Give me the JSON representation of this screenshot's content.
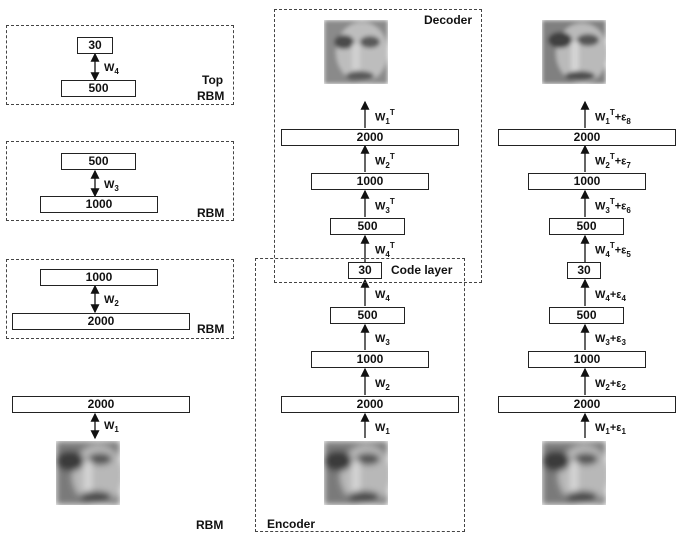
{
  "rbm_stack": {
    "top_rbm": {
      "label_top": "Top",
      "label_rbm": "RBM",
      "upper": "30",
      "lower": "500",
      "weight": "W",
      "weight_sub": "4"
    },
    "rbm3": {
      "label": "RBM",
      "upper": "500",
      "lower": "1000",
      "weight": "W",
      "weight_sub": "3"
    },
    "rbm2": {
      "label": "RBM",
      "upper": "1000",
      "lower": "2000",
      "weight": "W",
      "weight_sub": "2"
    },
    "rbm1": {
      "label": "RBM",
      "upper": "2000",
      "weight": "W",
      "weight_sub": "1"
    }
  },
  "autoencoder": {
    "decoder_label": "Decoder",
    "encoder_label": "Encoder",
    "code_layer_label": "Code layer",
    "layers": {
      "dec_2000": "2000",
      "dec_1000": "1000",
      "dec_500": "500",
      "code": "30",
      "enc_500": "500",
      "enc_1000": "1000",
      "enc_2000": "2000"
    },
    "weights": {
      "w1t": "W",
      "w1t_sub": "1",
      "w1t_sup": "T",
      "w2t": "W",
      "w2t_sub": "2",
      "w2t_sup": "T",
      "w3t": "W",
      "w3t_sub": "3",
      "w3t_sup": "T",
      "w4t": "W",
      "w4t_sub": "4",
      "w4t_sup": "T",
      "w4": "W",
      "w4_sub": "4",
      "w3": "W",
      "w3_sub": "3",
      "w2": "W",
      "w2_sub": "2",
      "w1": "W",
      "w1_sub": "1"
    }
  },
  "finetuned": {
    "layers": {
      "dec_2000": "2000",
      "dec_1000": "1000",
      "dec_500": "500",
      "code": "30",
      "enc_500": "500",
      "enc_1000": "1000",
      "enc_2000": "2000"
    },
    "weights": {
      "w1": {
        "w": "W",
        "sub": "1",
        "sup": "T",
        "eps": "+ε",
        "eps_sub": "8"
      },
      "w2": {
        "w": "W",
        "sub": "2",
        "sup": "T",
        "eps": "+ε",
        "eps_sub": "7"
      },
      "w3": {
        "w": "W",
        "sub": "3",
        "sup": "T",
        "eps": "+ε",
        "eps_sub": "6"
      },
      "w4": {
        "w": "W",
        "sub": "4",
        "sup": "T",
        "eps": "+ε",
        "eps_sub": "5"
      },
      "e4": {
        "w": "W",
        "sub": "4",
        "eps": "+ε",
        "eps_sub": "4"
      },
      "e3": {
        "w": "W",
        "sub": "3",
        "eps": "+ε",
        "eps_sub": "3"
      },
      "e2": {
        "w": "W",
        "sub": "2",
        "eps": "+ε",
        "eps_sub": "2"
      },
      "e1": {
        "w": "W",
        "sub": "1",
        "eps": "+ε",
        "eps_sub": "1"
      }
    }
  }
}
